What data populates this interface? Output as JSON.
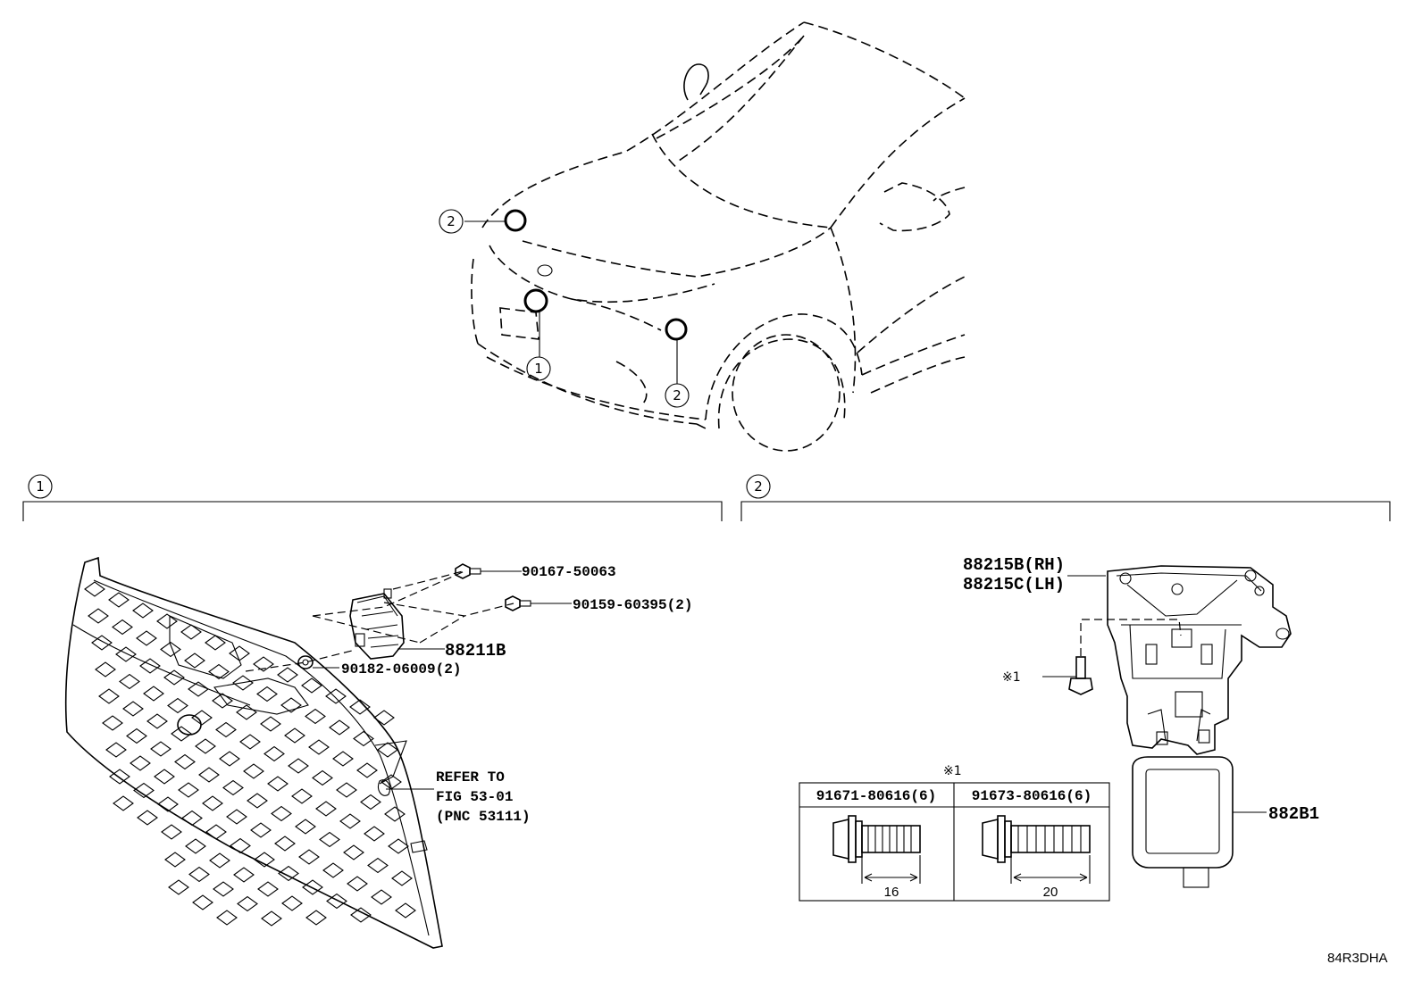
{
  "callouts": {
    "one": "1",
    "two": "2"
  },
  "section1": {
    "marker": "1",
    "parts": {
      "p90167": "90167-50063",
      "p90159": "90159-60395(2)",
      "p88211": "88211B",
      "p90182": "90182-06009(2)"
    },
    "refer": {
      "line1": "REFER TO",
      "line2": "FIG 53-01",
      "line3": "(PNC 53111)"
    }
  },
  "section2": {
    "marker": "2",
    "parts": {
      "p88215b": "88215B(RH)",
      "p88215c": "88215C(LH)",
      "note_mark": "※1",
      "p882b1": "882B1"
    },
    "note_table": {
      "mark": "※1",
      "cols": [
        {
          "part": "91671-80616(6)",
          "length": "16"
        },
        {
          "part": "91673-80616(6)",
          "length": "20"
        }
      ]
    }
  },
  "diagram_code": "84R3DHA",
  "colors": {
    "ink": "#000000",
    "paper": "#ffffff"
  }
}
